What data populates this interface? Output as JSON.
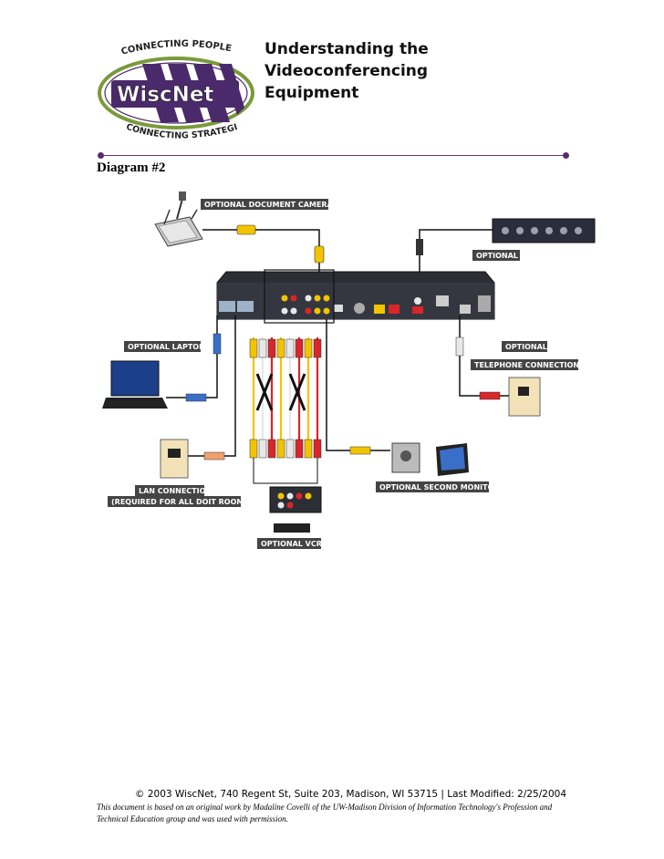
{
  "logo": {
    "top_text": "CONNECTING PEOPLE",
    "brand": "WiscNet",
    "bottom_text": "CONNECTING STRATEGIES"
  },
  "title": {
    "line1": "Understanding the",
    "line2": "Videoconferencing",
    "line3": "Equipment"
  },
  "diagram_label": "Diagram #2",
  "diagram": {
    "document_camera": "OPTIONAL DOCUMENT CAMERA",
    "optional_top_right": "OPTIONAL",
    "optional_laptop": "OPTIONAL LAPTOP",
    "optional_phone_line1": "OPTIONAL",
    "optional_phone_line2": "TELEPHONE CONNECTION",
    "lan_line1": "LAN CONNECTION",
    "lan_line2": "(REQUIRED FOR ALL DOIT ROOMS)",
    "second_monitor": "OPTIONAL SECOND MONITOR",
    "vcr": "OPTIONAL VCR"
  },
  "footer": {
    "line1": "© 2003 WiscNet, 740 Regent St, Suite 203, Madison, WI 53715 | Last Modified: 2/25/2004",
    "line2": "This document is based on an original work by Madaline Covelli of the UW-Madison Division of Information Technology's Profession and Technical Education group and was used with permission."
  },
  "colors": {
    "brand_purple": "#4b2a6b",
    "brand_green": "#7a9a3a",
    "label_bg": "#444444",
    "cable_yellow": "#f2c400",
    "cable_red": "#d8262a",
    "cable_white": "#e8e8e8",
    "cable_black": "#111111",
    "cable_blue": "#3a6fc8"
  }
}
